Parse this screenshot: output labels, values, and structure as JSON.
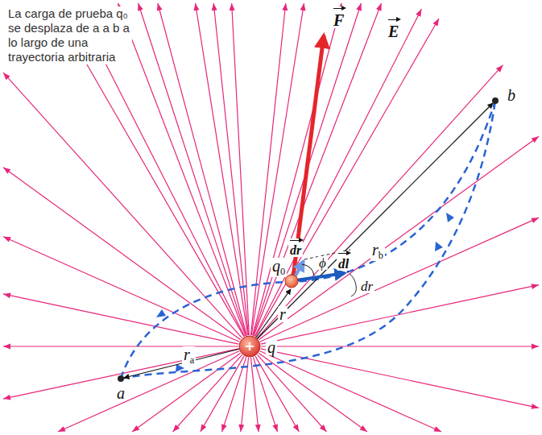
{
  "diagram": {
    "labels": [
      "La carga de prueba q₀ se desplaza de a a b a lo largo de una trayectoria arbitraria",
      "F",
      "E",
      "dr",
      "ϕ",
      "dl",
      "dr",
      "q0",
      "r",
      "rb",
      "ra",
      "a",
      "b",
      "q",
      "+"
    ]
  }
}
